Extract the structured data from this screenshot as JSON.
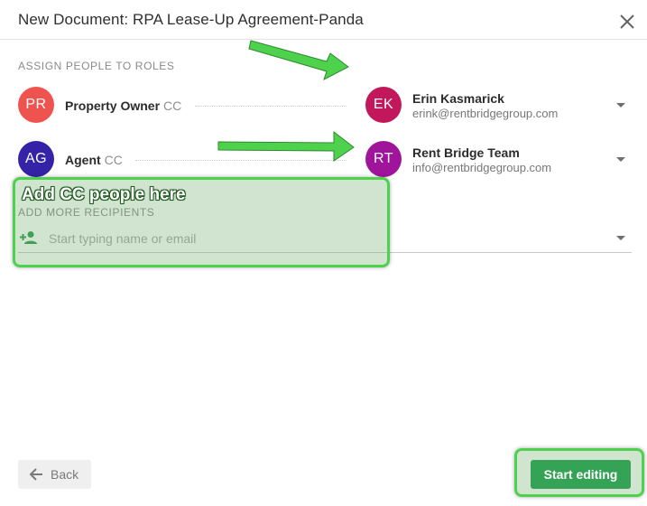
{
  "dialog": {
    "title": "New Document: RPA Lease-Up Agreement-Panda",
    "close_icon": "close-icon"
  },
  "roles_section": {
    "label": "ASSIGN PEOPLE TO ROLES",
    "roles": [
      {
        "initials": "PR",
        "avatar_color": "#ef5350",
        "name": "Property Owner",
        "cc": "CC",
        "recipient": {
          "initials": "EK",
          "avatar_color": "#c2185b",
          "name": "Erin Kasmarick",
          "email": "erink@rentbridgegroup.com"
        }
      },
      {
        "initials": "AG",
        "avatar_color": "#3423a6",
        "name": "Agent",
        "cc": "CC",
        "recipient": {
          "initials": "RT",
          "avatar_color": "#a0149c",
          "name": "Rent Bridge Team",
          "email": "info@rentbridgegroup.com"
        }
      }
    ]
  },
  "add_more": {
    "label": "ADD MORE RECIPIENTS",
    "placeholder": "Start typing name or email",
    "icon": "add-person-icon"
  },
  "annotation": {
    "text": "Add CC people here",
    "color": "#4ed24e"
  },
  "footer": {
    "back_label": "Back",
    "start_label": "Start editing",
    "start_color": "#35a356"
  }
}
